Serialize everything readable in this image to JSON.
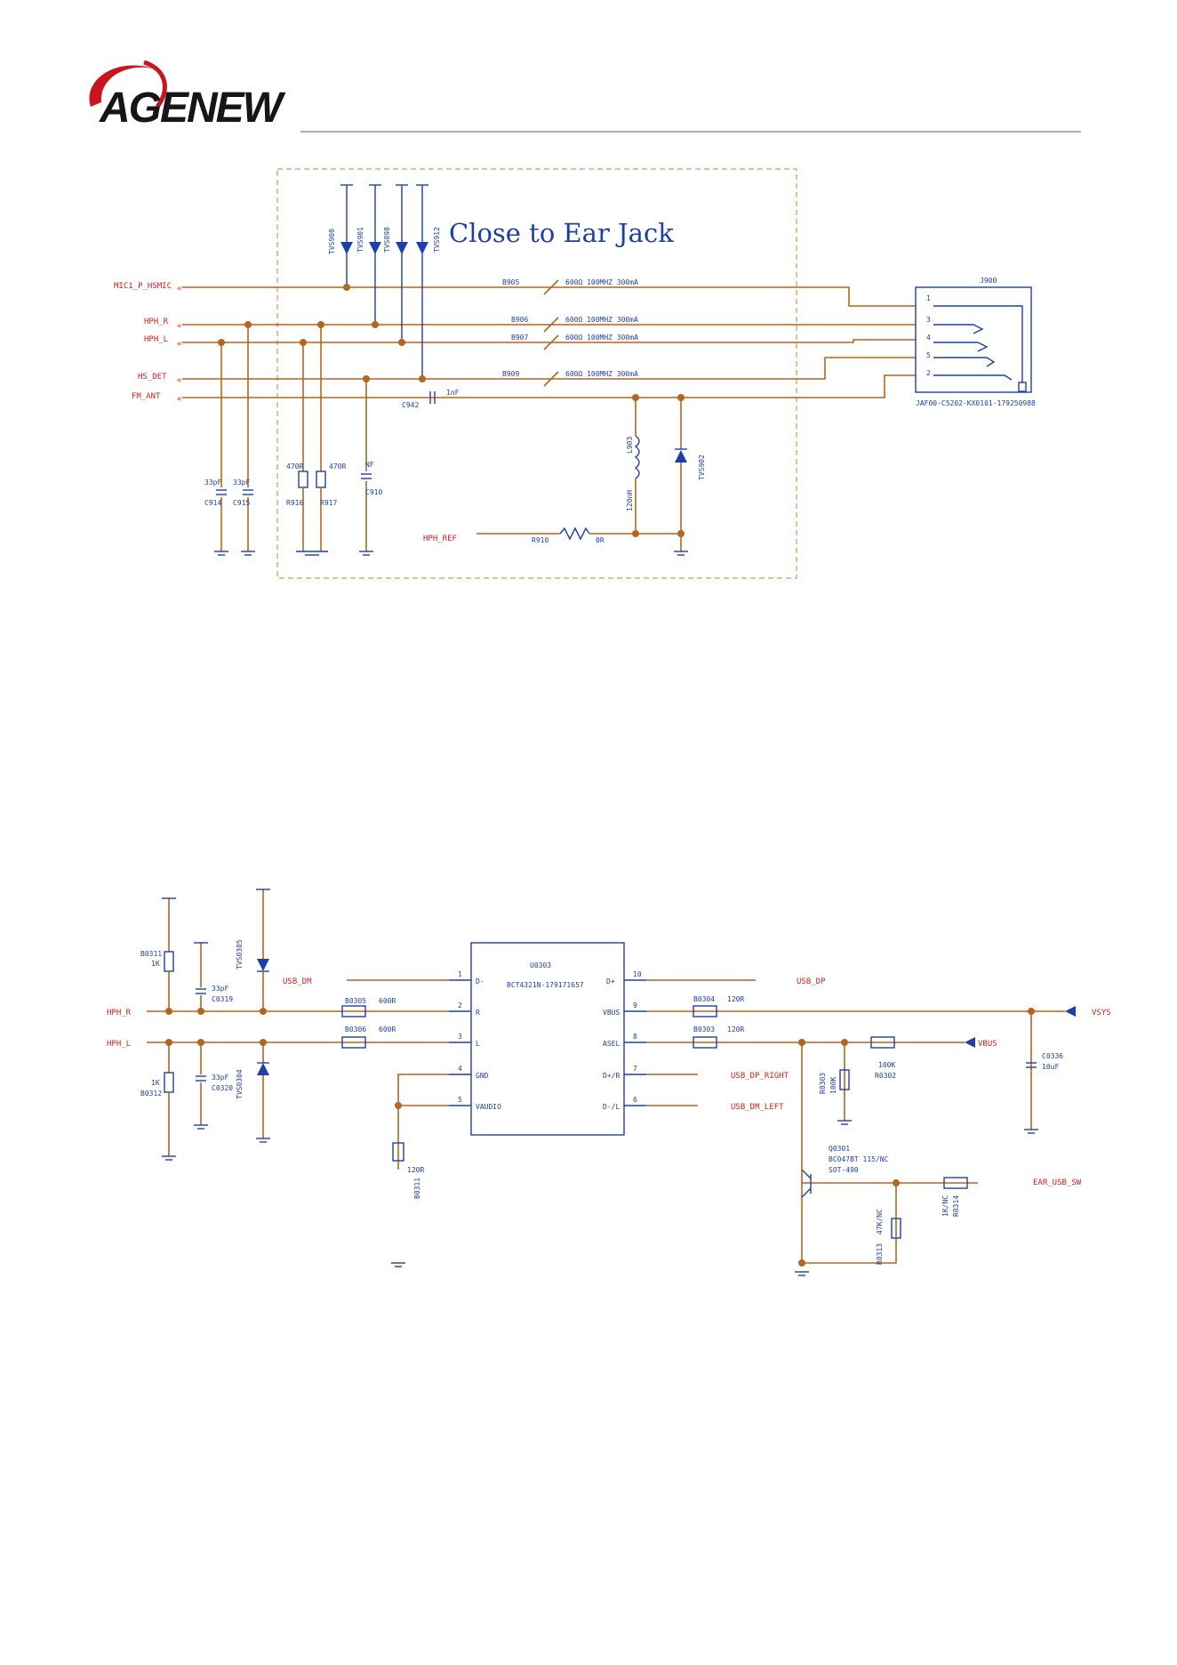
{
  "header": {
    "logo_text": "AGENEW"
  },
  "diagram1": {
    "note": "Close to Ear Jack",
    "nets": [
      "MIC1_P_HSMIC",
      "HPH_R",
      "HPH_L",
      "HS_DET",
      "FM_ANT",
      "HPH_REF"
    ],
    "beads": [
      {
        "ref": "B905",
        "value": "600Ω 100MHZ 300mA"
      },
      {
        "ref": "B906",
        "value": "600Ω 100MHZ 300mA"
      },
      {
        "ref": "B907",
        "value": "600Ω 100MHZ 300mA"
      },
      {
        "ref": "B909",
        "value": "600Ω 100MHZ 300mA"
      }
    ],
    "tvs": [
      "TVS900",
      "TVS901",
      "TVS898",
      "TVS912",
      "TVS902"
    ],
    "caps": [
      {
        "ref": "C914",
        "value": "33pF"
      },
      {
        "ref": "C915",
        "value": "33pF"
      },
      {
        "ref": "C910",
        "value": "NF"
      },
      {
        "ref": "C942",
        "value": "1nF"
      }
    ],
    "resistors": [
      {
        "ref": "R916",
        "value": "470R"
      },
      {
        "ref": "R917",
        "value": "470R"
      },
      {
        "ref": "R910",
        "value": "0R"
      }
    ],
    "inductor": {
      "ref": "L903",
      "value": "120nH"
    },
    "jack": {
      "ref": "J900",
      "part": "JAF00-C5202-KX0101-179250988",
      "pins": [
        "1",
        "3",
        "4",
        "5",
        "2"
      ]
    }
  },
  "diagram2": {
    "ic": {
      "ref": "U0303",
      "part": "BCT4321N-179171657",
      "left_pins": [
        {
          "n": "1",
          "name": "D-"
        },
        {
          "n": "2",
          "name": "R"
        },
        {
          "n": "3",
          "name": "L"
        },
        {
          "n": "4",
          "name": "GND"
        },
        {
          "n": "5",
          "name": "VAUDIO"
        }
      ],
      "right_pins": [
        {
          "n": "10",
          "name": "D+"
        },
        {
          "n": "9",
          "name": "VBUS"
        },
        {
          "n": "8",
          "name": "ASEL"
        },
        {
          "n": "7",
          "name": "D+/R"
        },
        {
          "n": "6",
          "name": "D-/L"
        }
      ]
    },
    "nets": [
      "USB_DM",
      "USB_DP",
      "HPH_R",
      "HPH_L",
      "VSYS",
      "VBUS",
      "USB_DP_RIGHT",
      "USB_DM_LEFT",
      "EAR_USB_SW"
    ],
    "parts": [
      {
        "ref": "B0311",
        "value": "1K"
      },
      {
        "ref": "B0312",
        "value": "1K"
      },
      {
        "ref": "C0319",
        "value": "33pF"
      },
      {
        "ref": "C0320",
        "value": "33pF"
      },
      {
        "ref": "TVS0305",
        "value": "TVS0305"
      },
      {
        "ref": "TVS0304",
        "value": "TVS0304"
      },
      {
        "ref": "B0305",
        "value": "600R"
      },
      {
        "ref": "B0306",
        "value": "600R"
      },
      {
        "ref": "B0304",
        "value": "120R"
      },
      {
        "ref": "B0303",
        "value": "120R"
      },
      {
        "ref": "B0311",
        "value": "120R"
      },
      {
        "ref": "C0336",
        "value": "10uF"
      },
      {
        "ref": "R0302",
        "value": "100K"
      },
      {
        "ref": "R0303",
        "value": "100K"
      },
      {
        "ref": "Q0301",
        "value": "BC047BT 115/NC"
      },
      {
        "ref": "SOT-490",
        "value": ""
      },
      {
        "ref": "R0313",
        "value": "47K/NC"
      },
      {
        "ref": "R0314",
        "value": "1K/NC"
      }
    ]
  }
}
